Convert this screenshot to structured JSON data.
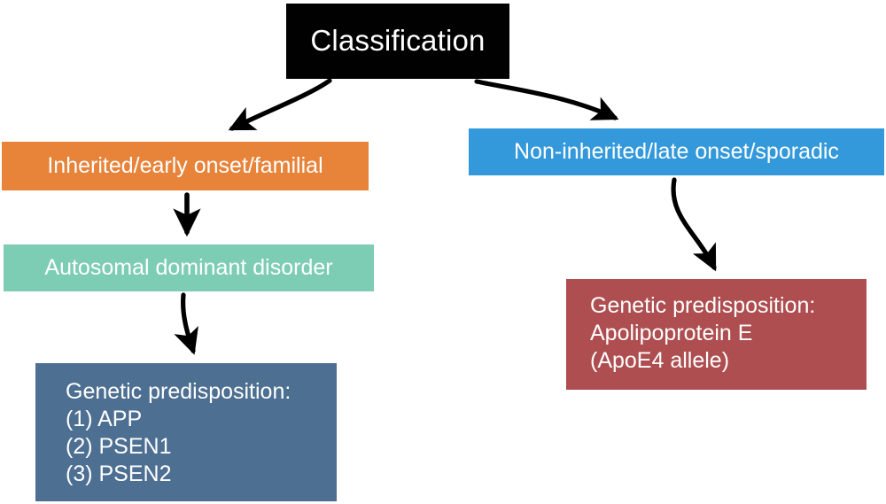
{
  "diagram": {
    "title": "Classification",
    "nodes": {
      "root": {
        "label": "Classification",
        "color": "#010101",
        "text_color": "#ffffff"
      },
      "inherited": {
        "label": "Inherited/early onset/familial",
        "color": "#e8833a",
        "text_color": "#ffffff"
      },
      "non_inherited": {
        "label": "Non-inherited/late onset/sporadic",
        "color": "#3399db",
        "text_color": "#ffffff"
      },
      "autosomal": {
        "label": "Autosomal dominant disorder",
        "color": "#7dccb4",
        "text_color": "#ffffff"
      },
      "genetic_familial": {
        "label": "Genetic predisposition:\n(1) APP\n(2) PSEN1\n(3) PSEN2",
        "color": "#4d6f92",
        "text_color": "#ffffff"
      },
      "genetic_sporadic": {
        "label": "Genetic predisposition:\nApolipoprotein E\n(ApoE4 allele)",
        "color": "#ae4e50",
        "text_color": "#ffffff"
      }
    },
    "edges": [
      {
        "from": "root",
        "to": "inherited",
        "style": "curved-arrow",
        "color": "#000000"
      },
      {
        "from": "root",
        "to": "non_inherited",
        "style": "curved-arrow",
        "color": "#000000"
      },
      {
        "from": "inherited",
        "to": "autosomal",
        "style": "straight-arrow",
        "color": "#000000"
      },
      {
        "from": "autosomal",
        "to": "genetic_familial",
        "style": "curved-arrow",
        "color": "#000000"
      },
      {
        "from": "non_inherited",
        "to": "genetic_sporadic",
        "style": "curved-arrow",
        "color": "#000000"
      }
    ]
  }
}
